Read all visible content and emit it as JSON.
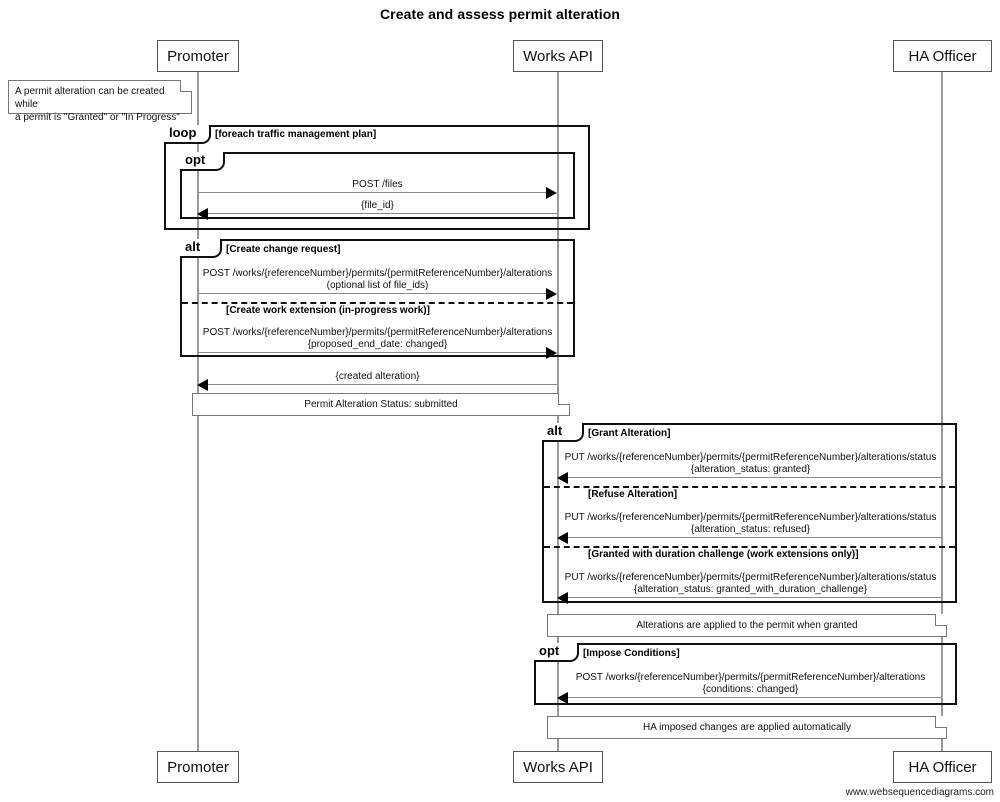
{
  "title": "Create and assess permit alteration",
  "footer": "www.websequencediagrams.com",
  "participants": [
    {
      "name": "Promoter",
      "label": "Promoter"
    },
    {
      "name": "Works API",
      "label": "Works API"
    },
    {
      "name": "HA Officer",
      "label": "HA Officer"
    }
  ],
  "participants_bottom": [
    {
      "label": "Promoter"
    },
    {
      "label": "Works API"
    },
    {
      "label": "HA Officer"
    }
  ],
  "notes": {
    "intro_line1": "A permit alteration can be created while",
    "intro_line2": "a permit is \"Granted\" or \"In Progress\"",
    "status_submitted": "Permit Alteration Status: submitted",
    "alterations_applied": "Alterations are applied to the permit when granted",
    "ha_imposed": "HA imposed changes are applied automatically"
  },
  "fragments": {
    "loop_files": {
      "tag": "loop",
      "label": "[foreach traffic management plan]"
    },
    "opt_files": {
      "tag": "opt",
      "label": ""
    },
    "alt_create": {
      "tag": "alt",
      "label": "[Create change request]",
      "alt_label": "[Create work extension (in-progress work)]"
    },
    "alt_assess": {
      "tag": "alt",
      "label": "[Grant Alteration]",
      "alt_label_1": "[Refuse Alteration]",
      "alt_label_2": "[Granted with duration challenge (work extensions only)]"
    },
    "opt_conditions": {
      "tag": "opt",
      "label": "[Impose Conditions]"
    }
  },
  "messages": {
    "post_files": {
      "line1": "POST /files",
      "line2": ""
    },
    "file_id": {
      "line1": "{file_id}",
      "line2": ""
    },
    "create_change_request": {
      "line1": "POST /works/{referenceNumber}/permits/{permitReferenceNumber}/alterations",
      "line2": "(optional list of file_ids)"
    },
    "create_work_extension": {
      "line1": "POST /works/{referenceNumber}/permits/{permitReferenceNumber}/alterations",
      "line2": "{proposed_end_date: changed}"
    },
    "created_alteration": {
      "line1": "{created alteration}",
      "line2": ""
    },
    "grant": {
      "line1": "PUT /works/{referenceNumber}/permits/{permitReferenceNumber}/alterations/status",
      "line2": "{alteration_status: granted}"
    },
    "refuse": {
      "line1": "PUT /works/{referenceNumber}/permits/{permitReferenceNumber}/alterations/status",
      "line2": "{alteration_status: refused}"
    },
    "duration_challenge": {
      "line1": "PUT /works/{referenceNumber}/permits/{permitReferenceNumber}/alterations/status",
      "line2": "{alteration_status: granted_with_duration_challenge}"
    },
    "impose_conditions": {
      "line1": "POST /works/{referenceNumber}/permits/{permitReferenceNumber}/alterations",
      "line2": "{conditions: changed}"
    }
  },
  "colors": {
    "fragment_border": "#111111",
    "lifeline": "#9a9a9a",
    "participant_border": "#555555",
    "note_border": "#777777",
    "message_line": "#8a8a8a"
  }
}
